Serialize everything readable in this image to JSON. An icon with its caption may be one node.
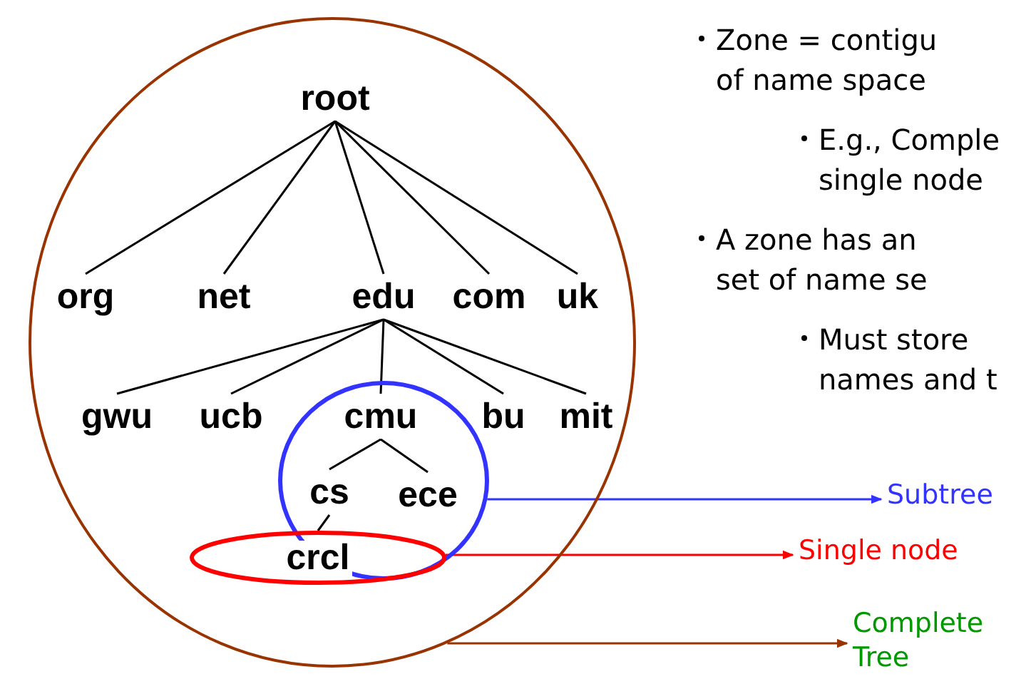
{
  "diagram": {
    "nodes": [
      {
        "text": [],
        "shape": "circle"
      },
      {
        "text": [
          "root"
        ],
        "in": 0
      },
      {
        "text": [
          "org"
        ],
        "in": 0
      },
      {
        "text": [
          "net"
        ],
        "in": 0
      },
      {
        "text": [
          "edu"
        ],
        "in": 0
      },
      {
        "text": [
          "com"
        ],
        "in": 0
      },
      {
        "text": [
          "uk"
        ],
        "in": 0
      },
      {
        "text": [
          "gwu"
        ],
        "in": 0
      },
      {
        "text": [
          "ucb"
        ],
        "in": 0
      },
      {
        "text": [],
        "shape": "circle",
        "in": 0
      },
      {
        "text": [
          "cmu"
        ],
        "in": 9
      },
      {
        "text": [
          "bu"
        ],
        "in": 0
      },
      {
        "text": [
          "mit"
        ],
        "in": 0
      },
      {
        "text": [
          "cs"
        ],
        "in": 9
      },
      {
        "text": [
          "ece"
        ],
        "in": 9
      },
      {
        "text": [
          "crcl"
        ],
        "in": 0
      },
      {
        "text": [
          "Subtree"
        ]
      },
      {
        "text": [
          "Single node"
        ]
      },
      {
        "text": [
          "Complete Tree"
        ]
      }
    ],
    "edges": [
      {
        "from": 1,
        "to": 2,
        "arrow": "none"
      },
      {
        "from": 1,
        "to": 3,
        "arrow": "none"
      },
      {
        "from": 1,
        "to": 4,
        "arrow": "none"
      },
      {
        "from": 1,
        "to": 5,
        "arrow": "none"
      },
      {
        "from": 1,
        "to": 6,
        "arrow": "none"
      },
      {
        "from": 4,
        "to": 7,
        "arrow": "none"
      },
      {
        "from": 4,
        "to": 8,
        "arrow": "none"
      },
      {
        "from": 4,
        "to": 10,
        "arrow": "none"
      },
      {
        "from": 4,
        "to": 11,
        "arrow": "none"
      },
      {
        "from": 4,
        "to": 12,
        "arrow": "none"
      },
      {
        "from": 10,
        "to": 13,
        "arrow": "none"
      },
      {
        "from": 10,
        "to": 14,
        "arrow": "none"
      },
      {
        "from": 13,
        "to": 15,
        "arrow": "none"
      },
      {
        "from": 9,
        "to": 16,
        "arrow": "to",
        "color": "#3333ff"
      },
      {
        "from": 15,
        "to": 17,
        "arrow": "to",
        "color": "#ff0000"
      },
      {
        "from": 0,
        "to": 18,
        "arrow": "to",
        "color": "#993300"
      }
    ],
    "labels": [
      "Zone = contigu of name space",
      "E.g., Comple single node",
      "A zone has an set of name se",
      "Must store names and t"
    ]
  }
}
